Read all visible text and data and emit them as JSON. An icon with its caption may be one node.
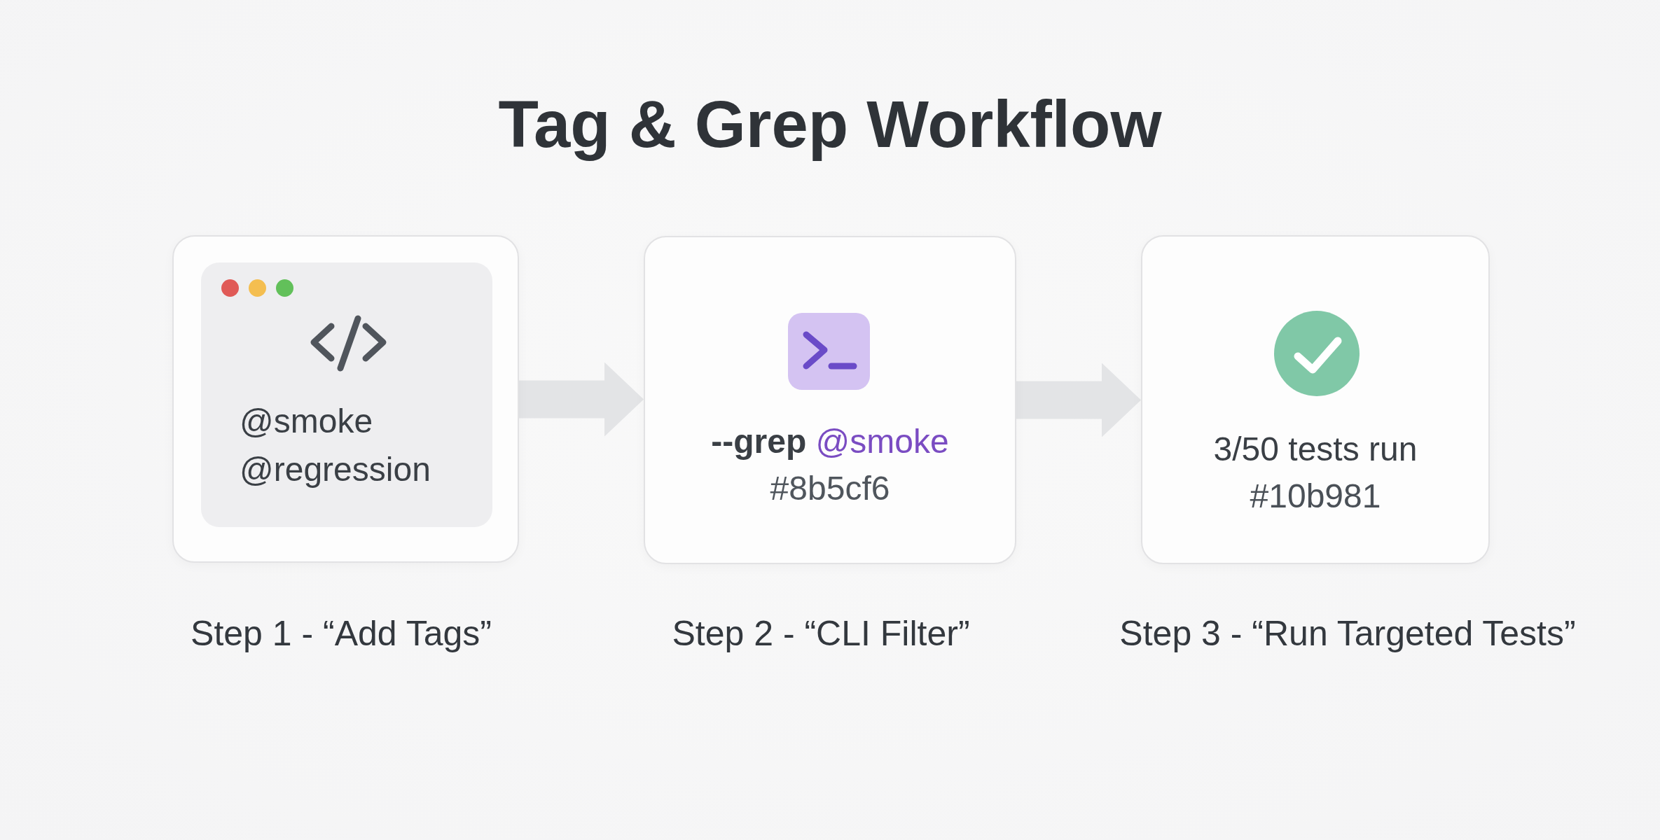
{
  "diagram": {
    "title": "Tag & Grep Workflow",
    "nodes": [
      {
        "text": [],
        "shape": "box",
        "beside": [
          "Step 1 - “Add Tags”"
        ]
      },
      {
        "text": [
          "@smoke",
          "@regression"
        ],
        "in": 0
      },
      {
        "text": [
          "**--grep** @smoke",
          "#8b5cf6"
        ],
        "beside": [
          "Step 2 - “CLI Filter”"
        ]
      },
      {
        "text": [
          "3/50 tests run",
          "#10b981"
        ],
        "beside": [
          "Step 3 - “Run Targeted Tests”"
        ]
      }
    ],
    "edges": [
      {
        "from": 0,
        "to": 2,
        "arrow": "to"
      },
      {
        "from": 2,
        "to": 3,
        "arrow": "to"
      }
    ]
  }
}
